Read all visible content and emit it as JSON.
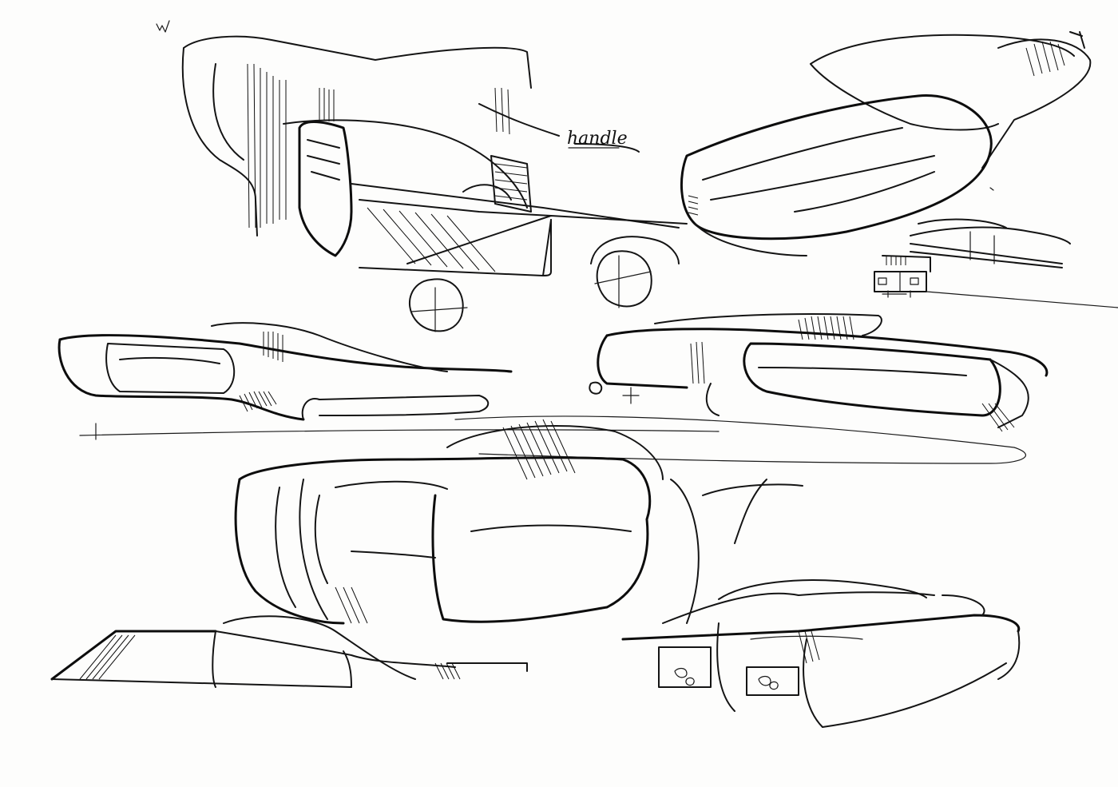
{
  "sheet": {
    "background": "#fdfdfc",
    "ink_color": "#141414",
    "handwritten_note": "handle"
  },
  "sketches": [
    {
      "name": "car-front-three-quarter-top"
    },
    {
      "name": "car-rear-top-right"
    },
    {
      "name": "car-thumbnail-small"
    },
    {
      "name": "car-side-left"
    },
    {
      "name": "car-side-right"
    },
    {
      "name": "car-front-center"
    },
    {
      "name": "car-partial-bottom-left"
    },
    {
      "name": "car-rear-bottom-right"
    }
  ]
}
